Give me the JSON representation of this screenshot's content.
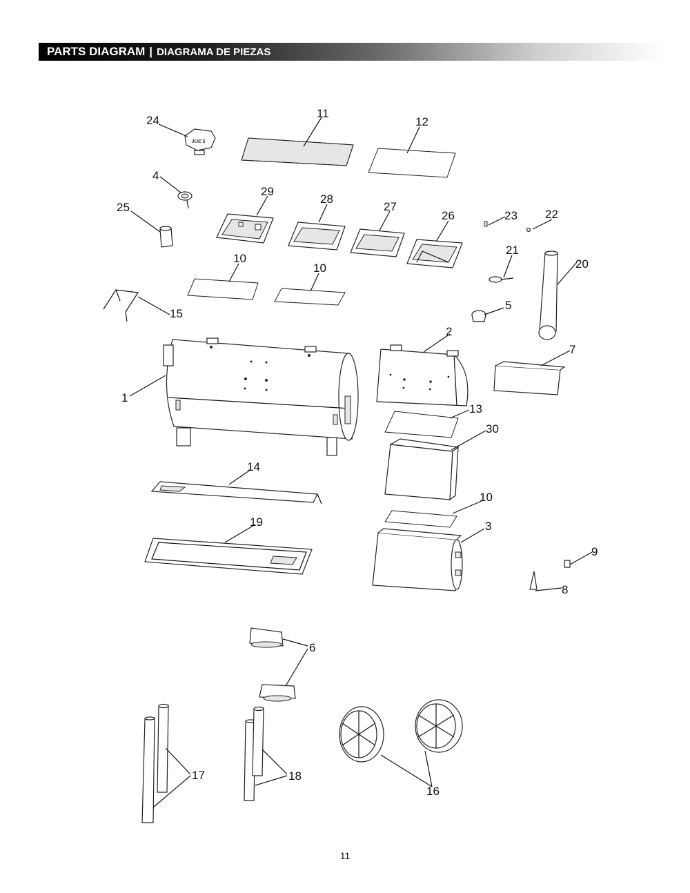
{
  "header": {
    "title_en": "PARTS DIAGRAM",
    "separator": "|",
    "title_es": "DIAGRAMA DE PIEZAS"
  },
  "callouts": {
    "c1": "1",
    "c2": "2",
    "c3": "3",
    "c4": "4",
    "c5": "5",
    "c6": "6",
    "c7": "7",
    "c8": "8",
    "c9": "9",
    "c10a": "10",
    "c10b": "10",
    "c10c": "10",
    "c11": "11",
    "c12": "12",
    "c13": "13",
    "c14": "14",
    "c15": "15",
    "c16": "16",
    "c17": "17",
    "c18": "18",
    "c19": "19",
    "c20": "20",
    "c21": "21",
    "c22": "22",
    "c23": "23",
    "c24": "24",
    "c25": "25",
    "c26": "26",
    "c27": "27",
    "c28": "28",
    "c29": "29",
    "c30": "30"
  },
  "logo_text": "JOE'S",
  "page_number": "11"
}
